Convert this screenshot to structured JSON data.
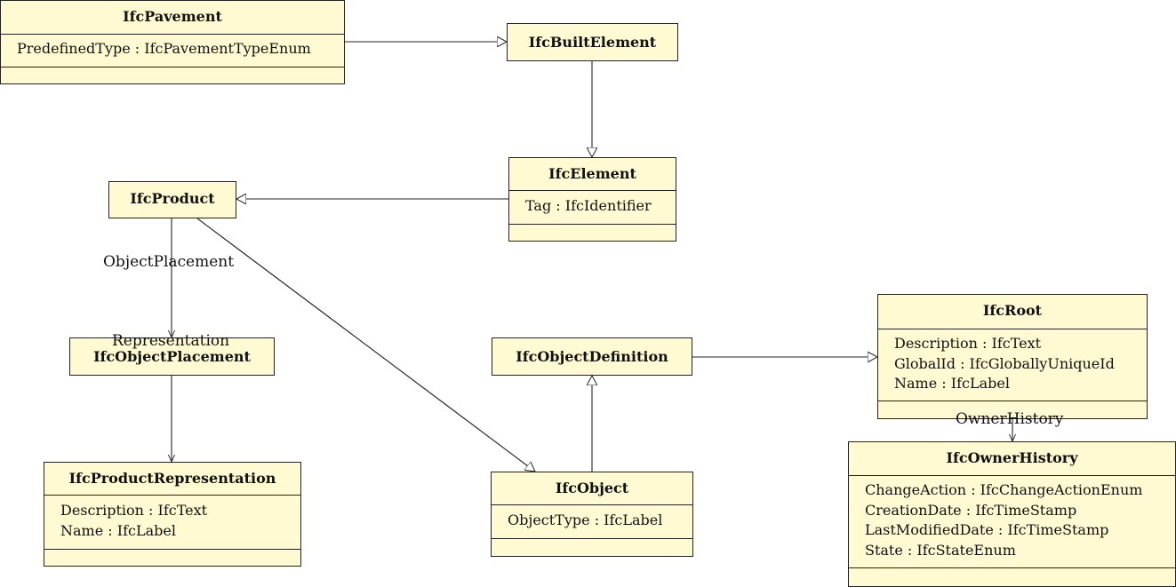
{
  "classes": {
    "pavement": {
      "name": "IfcPavement",
      "attrs": [
        "PredefinedType : IfcPavementTypeEnum"
      ]
    },
    "built_element": {
      "name": "IfcBuiltElement"
    },
    "element": {
      "name": "IfcElement",
      "attrs": [
        "Tag : IfcIdentifier"
      ]
    },
    "product": {
      "name": "IfcProduct"
    },
    "object_placement": {
      "name": "IfcObjectPlacement"
    },
    "product_representation": {
      "name": "IfcProductRepresentation",
      "attrs": [
        "Description : IfcText",
        "Name : IfcLabel"
      ]
    },
    "object_definition": {
      "name": "IfcObjectDefinition"
    },
    "object": {
      "name": "IfcObject",
      "attrs": [
        "ObjectType : IfcLabel"
      ]
    },
    "root": {
      "name": "IfcRoot",
      "attrs": [
        "Description : IfcText",
        "GlobalId : IfcGloballyUniqueId",
        "Name : IfcLabel"
      ]
    },
    "owner_history": {
      "name": "IfcOwnerHistory",
      "attrs": [
        "ChangeAction : IfcChangeActionEnum",
        "CreationDate : IfcTimeStamp",
        "LastModifiedDate : IfcTimeStamp",
        "State : IfcStateEnum"
      ]
    }
  },
  "associations": {
    "object_placement": "ObjectPlacement",
    "representation": "Representation",
    "owner_history": "OwnerHistory"
  }
}
